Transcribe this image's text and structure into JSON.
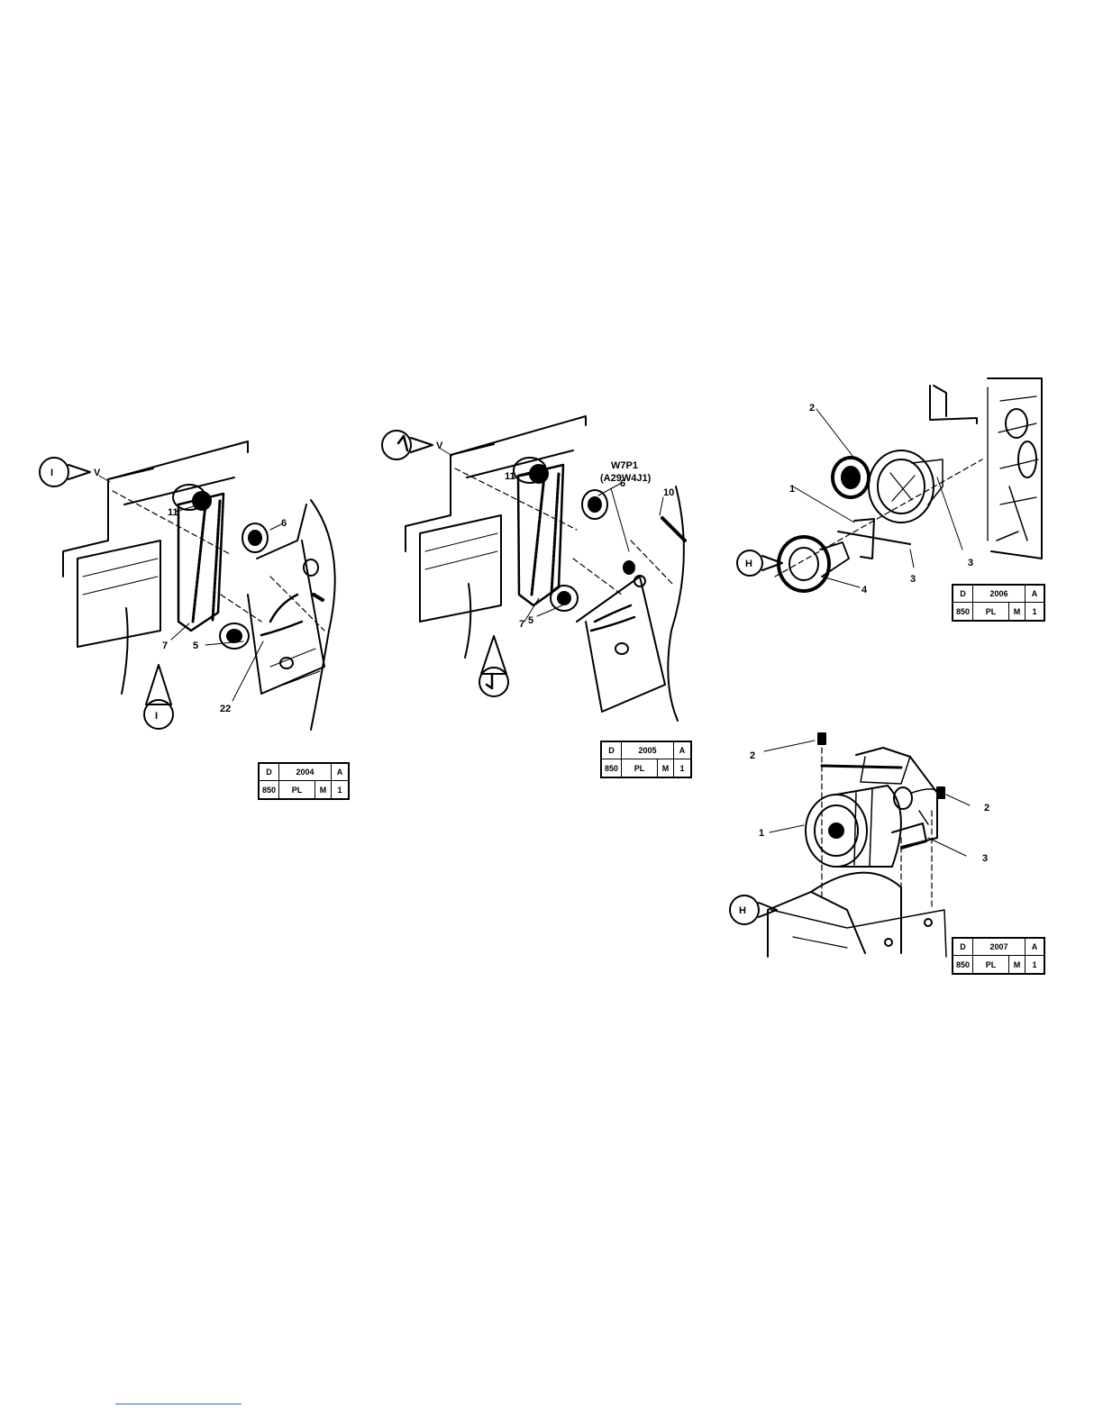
{
  "figures": [
    {
      "id": "2004",
      "view_marks": [
        "I",
        "I"
      ],
      "callouts": [
        "6",
        "11",
        "7",
        "5",
        "22",
        "V"
      ],
      "ref_box": {
        "r1": [
          "D",
          "2004",
          "A"
        ],
        "r2": [
          "850",
          "PL",
          "M",
          "1"
        ]
      }
    },
    {
      "id": "2005",
      "view_marks": [
        "J",
        "J"
      ],
      "part_label": "W7P1",
      "part_sub": "(A29W4J1)",
      "callouts": [
        "6",
        "10",
        "11",
        "7",
        "5",
        "V"
      ],
      "ref_box": {
        "r1": [
          "D",
          "2005",
          "A"
        ],
        "r2": [
          "850",
          "PL",
          "M",
          "1"
        ]
      }
    },
    {
      "id": "2006",
      "view_marks": [
        "H"
      ],
      "callouts": [
        "2",
        "1",
        "3",
        "3",
        "4"
      ],
      "ref_box": {
        "r1": [
          "D",
          "2006",
          "A"
        ],
        "r2": [
          "850",
          "PL",
          "M",
          "1"
        ]
      }
    },
    {
      "id": "2007",
      "view_marks": [
        "H"
      ],
      "callouts": [
        "2",
        "2",
        "1",
        "3"
      ],
      "ref_box": {
        "r1": [
          "D",
          "2007",
          "A"
        ],
        "r2": [
          "850",
          "PL",
          "M",
          "1"
        ]
      }
    }
  ]
}
